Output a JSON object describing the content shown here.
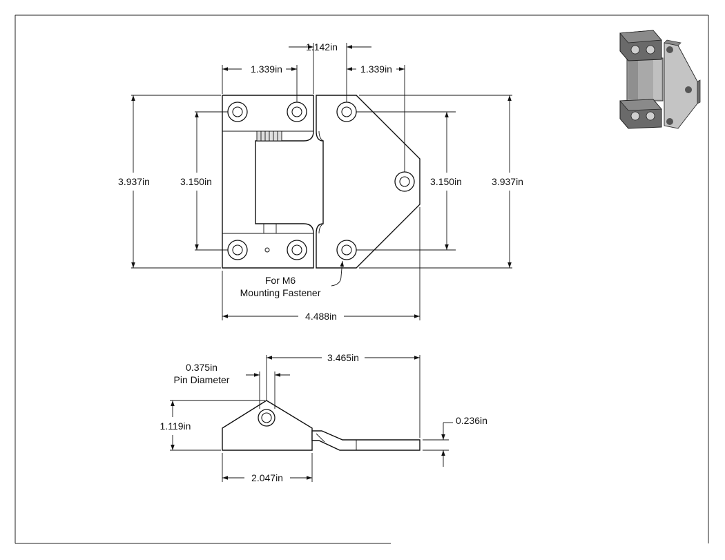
{
  "dimensions": {
    "top_gap": "1.142in",
    "left_hole_spacing": "1.339in",
    "right_hole_offset": "1.339in",
    "left_overall_height": "3.937in",
    "left_hole_height": "3.150in",
    "right_hole_height": "3.150in",
    "right_overall_height": "3.937in",
    "overall_width": "4.488in",
    "leaf_length": "3.465in",
    "pin_diameter_value": "0.375in",
    "pin_diameter_label": "Pin Diameter",
    "knuckle_height": "1.119in",
    "leaf_thickness": "0.236in",
    "base_width": "2.047in"
  },
  "notes": {
    "fastener_line1": "For M6",
    "fastener_line2": "Mounting Fastener"
  },
  "colors": {
    "line": "#111111",
    "iso_dark": "#4a4a4a",
    "iso_mid": "#8a8a8a",
    "iso_light": "#c4c4c4"
  }
}
